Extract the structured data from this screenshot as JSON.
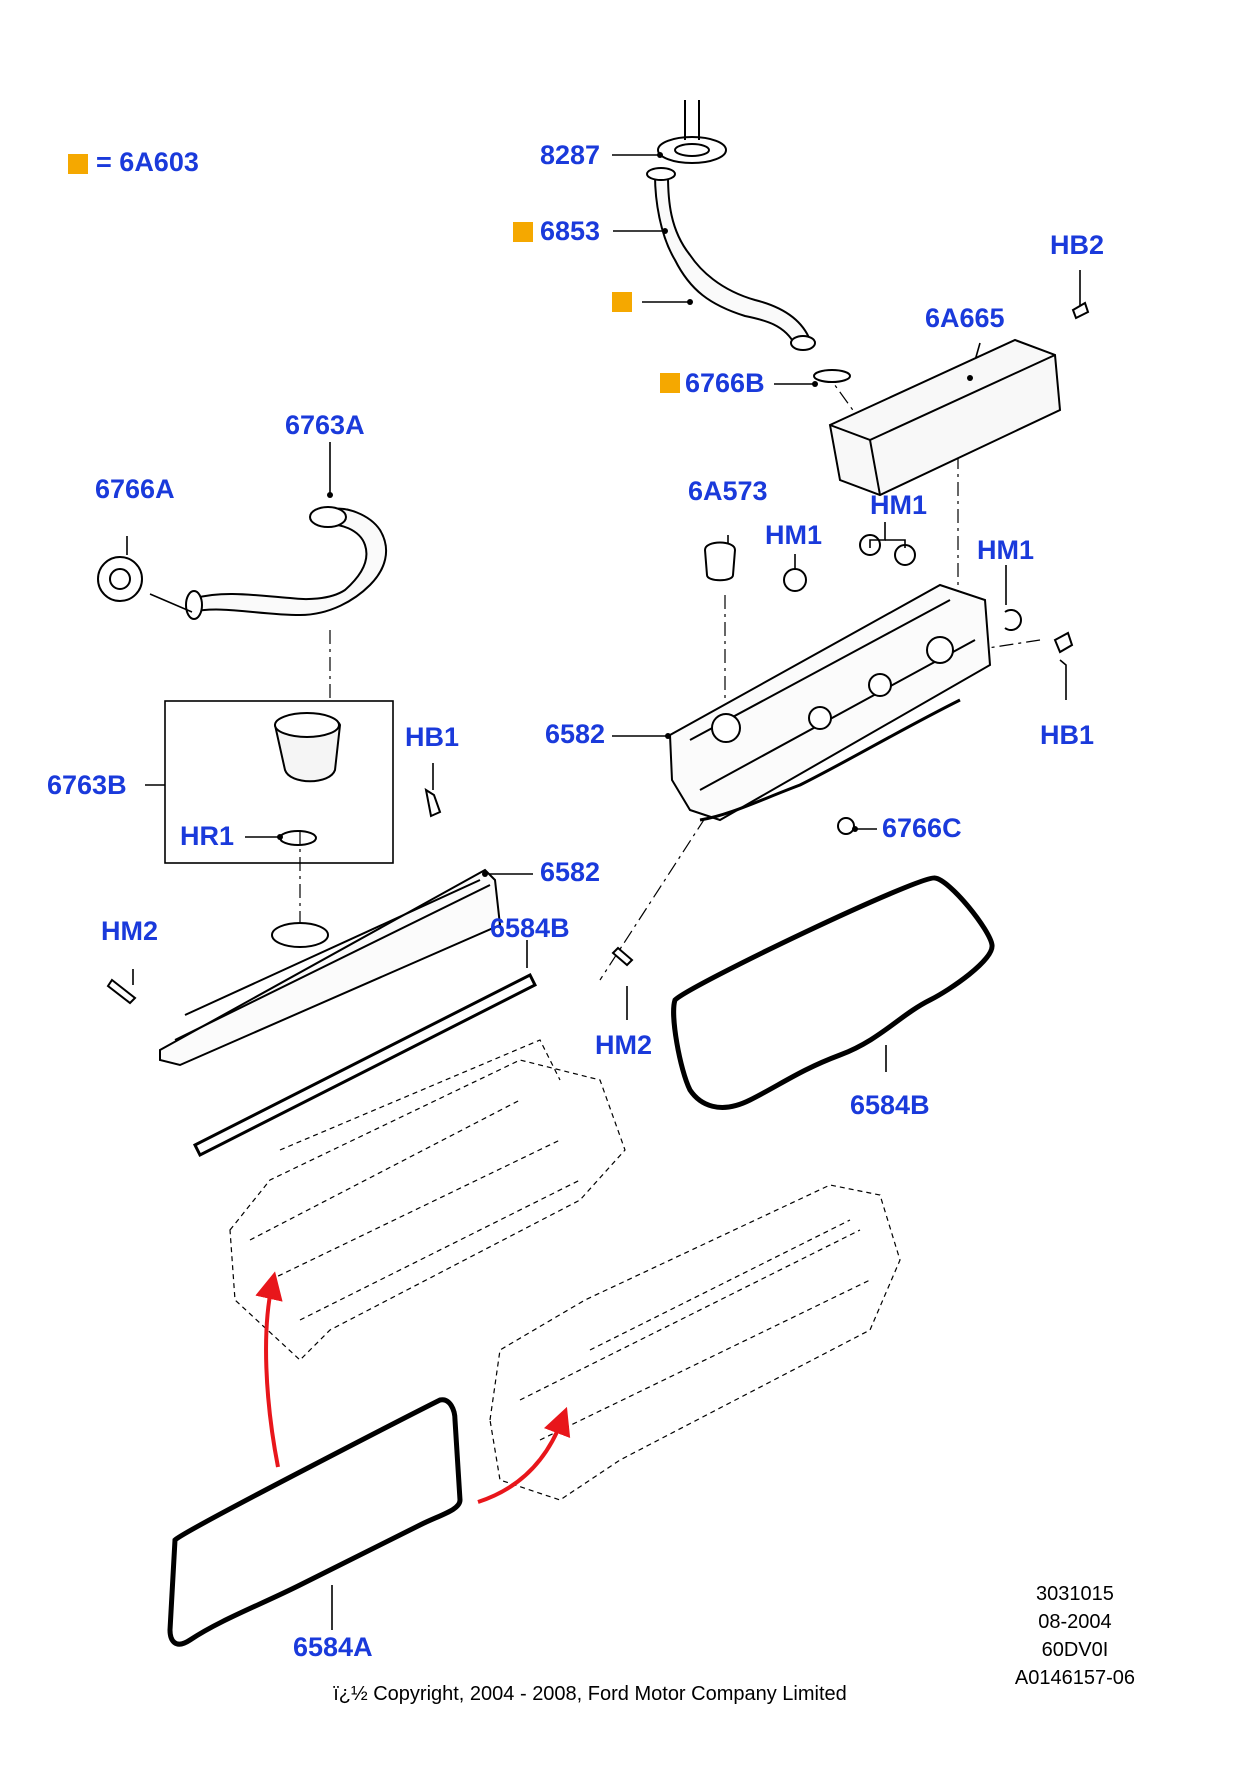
{
  "colors": {
    "label": "#1a3adb",
    "legend_square": "#f5a800",
    "line": "#000000",
    "arrow": "#e8161b"
  },
  "legend": {
    "symbol": "=",
    "code": "6A603"
  },
  "callouts": {
    "c8287": "8287",
    "c6853": "6853",
    "cHB2": "HB2",
    "c6A665": "6A665",
    "c6766B": "6766B",
    "c6763A": "6763A",
    "c6766A": "6766A",
    "c6A573": "6A573",
    "cHM1a": "HM1",
    "cHM1b": "HM1",
    "cHM1c": "HM1",
    "c6582r": "6582",
    "cHB1r": "HB1",
    "cHB1l": "HB1",
    "c6763B": "6763B",
    "cHR1": "HR1",
    "c6582l": "6582",
    "c6766C": "6766C",
    "cHM2l": "HM2",
    "c6584Bl": "6584B",
    "cHM2r": "HM2",
    "c6584Br": "6584B",
    "c6584A": "6584A"
  },
  "reference": [
    "3031015",
    "08-2004",
    "60DV0I",
    "A0146157-06"
  ],
  "copyright": "ï¿½ Copyright, 2004 - 2008, Ford Motor Company Limited"
}
